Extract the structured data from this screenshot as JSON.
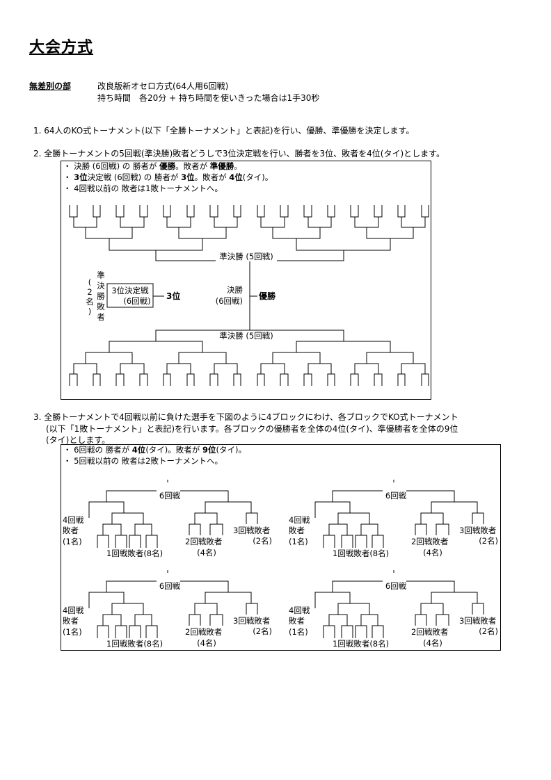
{
  "title": "大会方式",
  "section": {
    "label": "無差別の部",
    "lines": [
      "改良版新オセロ方式(64人用6回戦)",
      "持ち時間　各20分 + 持ち時間を使いきった場合は1手30秒"
    ]
  },
  "items": [
    "1. 64人のKO式トーナメント(以下「全勝トーナメント」と表記)を行い、優勝、準優勝を決定します。",
    "2. 全勝トーナメントの5回戦(準決勝)敗者どうしで3位決定戦を行い、勝者を3位、敗者を4位(タイ)とします。",
    "3. 全勝トーナメントで4回戦以前に負けた選手を下図のように4ブロックにわけ、各ブロックでKO式トーナメント",
    "(以下「1敗トーナメント」と表記)を行います。各ブロックの優勝者を全体の4位(タイ)、準優勝者を全体の9位",
    "(タイ)とします。"
  ],
  "box1": {
    "notes": [
      "・ 決勝 (6回戦) の 勝者が 優勝。敗者が 準優勝。",
      "・ 3位決定戦 (6回戦) の 勝者が 3位。敗者が 4位(タイ)。",
      "・ 4回戦以前の 敗者は1敗トーナメントへ。"
    ],
    "semifinal_top": "準決勝 (5回戦)",
    "semifinal_bottom": "準決勝 (5回戦)",
    "final_label_1": "決勝",
    "final_label_2": "(6回戦)",
    "champion": "優勝",
    "third_match_1": "3位決定戦",
    "third_match_2": "(6回戦)",
    "third_place": "3位",
    "semi_losers_vertical": [
      "準",
      "決",
      "勝",
      "敗",
      "者"
    ],
    "semi_losers_count_vertical": [
      "(",
      "2",
      "名",
      ")"
    ]
  },
  "box2": {
    "notes": [
      "・ 6回戦の 勝者が 4位(タイ)。敗者が 9位(タイ)。",
      "・ 5回戦以前の 敗者は2敗トーナメントへ。"
    ],
    "block": {
      "round6": "6回戦",
      "r4_line1": "4回戦",
      "r4_line2": "敗者",
      "r4_line3": "(1名)",
      "r3_line1": "3回戦敗者",
      "r3_line2": "(2名)",
      "r2_line1": "2回戦敗者",
      "r2_line2": "(4名)",
      "r1_line1": "1回戦敗者(8名)"
    }
  }
}
